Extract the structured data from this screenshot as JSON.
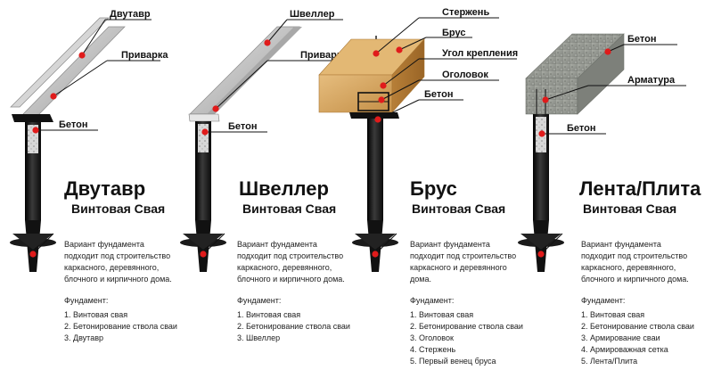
{
  "colors": {
    "accent_red": "#e01b1b",
    "pile": "#1b1b1b",
    "steel": "#bfbfbf",
    "wood": "#d6a865",
    "concrete": "#9a9d97"
  },
  "columns": [
    {
      "title": "Двутавр",
      "subtitle": "Винтовая Свая",
      "labels": [
        "Двутавр",
        "Приварка",
        "Бетон"
      ],
      "description": [
        "Вариант фундамента",
        "подходит под строительство",
        "каркасного, деревянного,",
        "блочного и кирпичного дома."
      ],
      "list_header": "Фундамент:",
      "list": [
        "1. Винтовая свая",
        "2. Бетонирование ствола сваи",
        "3. Двутавр"
      ]
    },
    {
      "title": "Швеллер",
      "subtitle": "Винтовая Свая",
      "labels": [
        "Швеллер",
        "Приварка",
        "Бетон"
      ],
      "description": [
        "Вариант фундамента",
        "подходит под строительство",
        "каркасного, деревянного,",
        "блочного и кирпичного дома."
      ],
      "list_header": "Фундамент:",
      "list": [
        "1. Винтовая свая",
        "2. Бетонирование ствола сваи",
        "3. Швеллер"
      ]
    },
    {
      "title": "Брус",
      "subtitle": "Винтовая Свая",
      "labels": [
        "Стержень",
        "Брус",
        "Угол крепления",
        "Оголовок",
        "Бетон"
      ],
      "description": [
        "Вариант фундамента",
        "подходит под строительство",
        "каркасного и деревянного",
        "дома."
      ],
      "list_header": "Фундамент:",
      "list": [
        "1. Винтовая свая",
        "2. Бетонирование ствола сваи",
        "3. Оголовок",
        "4. Стержень",
        "5. Первый венец бруса"
      ]
    },
    {
      "title": "Лента/Плита",
      "subtitle": "Винтовая Свая",
      "labels": [
        "Бетон",
        "Арматура",
        "Бетон"
      ],
      "description": [
        "Вариант фундамента",
        "подходит под строительство",
        "каркасного, деревянного,",
        "блочного и кирпичного дома."
      ],
      "list_header": "Фундамент:",
      "list": [
        "1. Винтовая свая",
        "2. Бетонирование ствола сваи",
        "3. Армирование сваи",
        "4. Армироважная сетка",
        "5. Лента/Плита"
      ]
    }
  ]
}
